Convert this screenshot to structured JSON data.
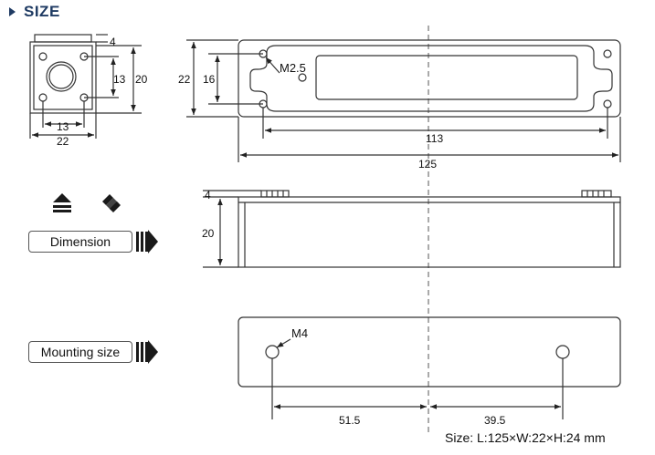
{
  "header": {
    "title": "SIZE"
  },
  "buttons": {
    "dimension": "Dimension",
    "mounting": "Mounting size"
  },
  "icons": [
    "eject-icon",
    "isometric-arrow-icon",
    "forward-arrow-icon"
  ],
  "side_view": {
    "top": "4",
    "height": "20",
    "hole": "13",
    "hole_h": "13",
    "width": "22"
  },
  "top_view": {
    "width": "22",
    "inner": "16",
    "thread": "M2.5",
    "hole_spacing": "113",
    "length": "125"
  },
  "front_view": {
    "top": "4",
    "height": "20"
  },
  "mount_view": {
    "thread": "M4",
    "left": "51.5",
    "right": "39.5"
  },
  "footer": {
    "size": "Size: L:125×W:22×H:24 mm"
  },
  "colors": {
    "title": "#1f3b63",
    "line": "#333333"
  }
}
